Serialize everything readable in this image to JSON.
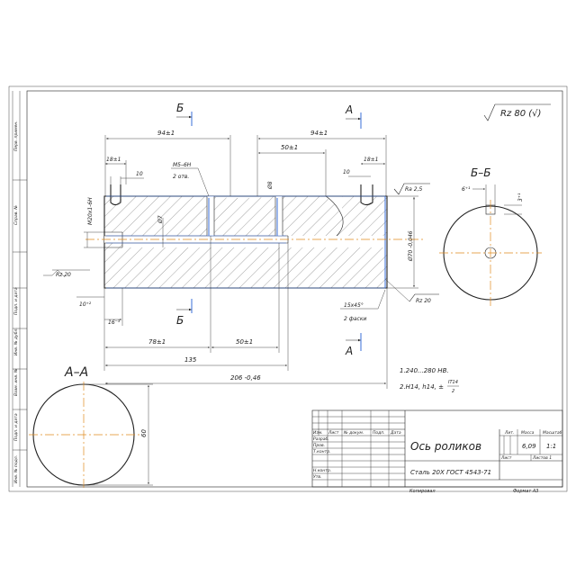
{
  "title_block": {
    "part_name": "Ось роликов",
    "material": "Сталь 20Х ГОСТ 4543-71",
    "litera_header": "Лит.",
    "mass_header": "Масса",
    "scale_header": "Масштаб",
    "mass": "6,09",
    "scale": "1:1",
    "sheet": "Лист",
    "sheets": "Листов 1",
    "copied": "Копировал",
    "format": "Формат А3",
    "rows": {
      "izm": "Изм.",
      "list": "Лист",
      "doc": "№ докум.",
      "sign": "Подп.",
      "date": "Дата",
      "razrab": "Разраб.",
      "prov": "Пров.",
      "tkontr": "Т.контр.",
      "nkontr": "Н.контр.",
      "utv": "Утв."
    }
  },
  "side_stamp": [
    "Перв. примен.",
    "Справ. №",
    "Подп. и дата",
    "Инв. № дубл.",
    "Взам. инв. №",
    "Подп. и дата",
    "Инв. № подл."
  ],
  "roughness_general": "Rz 80 (√)",
  "section_labels": {
    "b_top": "Б",
    "b_bottom": "Б",
    "a_top": "А",
    "a_bottom": "А",
    "section_aa": "А–А",
    "section_bb": "Б–Б"
  },
  "dimensions": {
    "d94_left": "94±1",
    "d94_right": "94±1",
    "d50_top": "50±1",
    "d18_left": "18±1",
    "d10_left": "10",
    "d18_right": "18±1",
    "d10_right": "10",
    "thread_m5": "M5–6H",
    "two_holes": "2 отв.",
    "d8": "Ø8",
    "d7": "Ø7",
    "thread_m20": "M20x1-6H",
    "ra25": "Ra 2,5",
    "rz20_left": "Rz 20",
    "rz20_right": "Rz 20",
    "d70": "Ø70 -0,046",
    "d10_dev": "10⁺²",
    "d16_dev": "16⁻³",
    "chamfer": "15x45°",
    "two_chamfers": "2 фаски",
    "d78": "78±1",
    "d50_bottom": "50±1",
    "d135": "135",
    "d206": "206 -0,46",
    "d60": "60",
    "bb_6": "6⁺¹",
    "bb_3": "3⁺¹"
  },
  "notes": {
    "n1": "1.240...280 НВ.",
    "n2": "2.H14, h14, ±",
    "n2_frac_top": "IT14",
    "n2_frac_bottom": "2"
  }
}
